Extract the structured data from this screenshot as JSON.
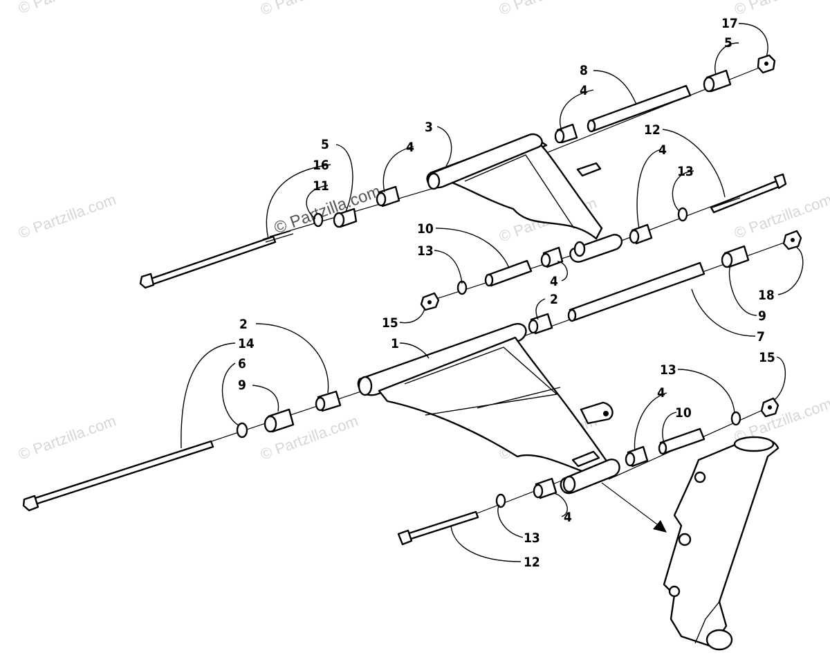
{
  "watermark": {
    "text": "© Partzilla.com",
    "center_text": "© Partzilla.com"
  },
  "callouts": {
    "c17": "17",
    "c5a": "5",
    "c8": "8",
    "c4a": "4",
    "c3": "3",
    "c4b": "4",
    "c5b": "5",
    "c16": "16",
    "c11": "11",
    "c12a": "12",
    "c4c": "4",
    "c13a": "13",
    "c10a": "10",
    "c13b": "13",
    "c4d": "4",
    "c15a": "15",
    "c2a": "2",
    "c18": "18",
    "c9a": "9",
    "c7": "7",
    "c2b": "2",
    "c14": "14",
    "c1": "1",
    "c6": "6",
    "c9b": "9",
    "c13c": "13",
    "c4e": "4",
    "c10b": "10",
    "c15b": "15",
    "c4f": "4",
    "c13d": "13",
    "c12b": "12"
  },
  "parts": {
    "upper_a_arm": "upper-a-arm",
    "lower_a_arm": "lower-a-arm",
    "spindle": "steering-spindle"
  }
}
